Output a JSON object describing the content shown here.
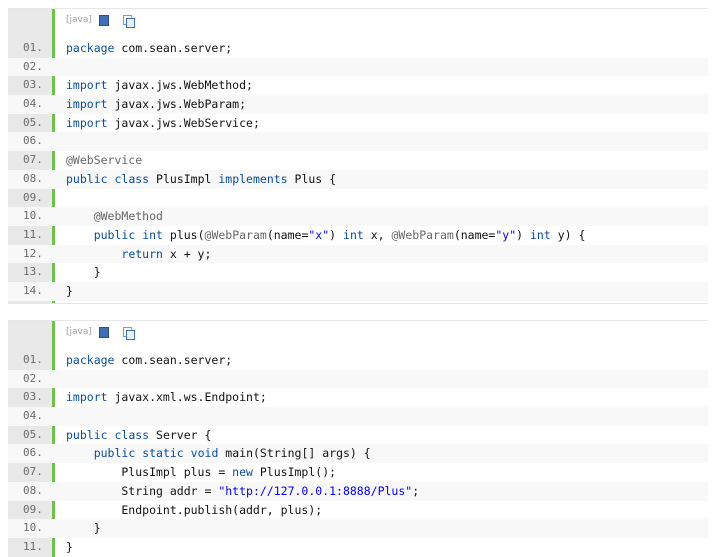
{
  "blocks": [
    {
      "lang_label": "[java]",
      "lines": [
        {
          "num": "01.",
          "tokens": [
            {
              "t": "package",
              "c": "kw"
            },
            {
              "t": " com.sean.server;"
            }
          ]
        },
        {
          "num": "02.",
          "tokens": []
        },
        {
          "num": "03.",
          "tokens": [
            {
              "t": "import",
              "c": "kw"
            },
            {
              "t": " javax.jws.WebMethod;"
            }
          ]
        },
        {
          "num": "04.",
          "tokens": [
            {
              "t": "import",
              "c": "kw"
            },
            {
              "t": " javax.jws.WebParam;"
            }
          ]
        },
        {
          "num": "05.",
          "tokens": [
            {
              "t": "import",
              "c": "kw"
            },
            {
              "t": " javax.jws.WebService;"
            }
          ]
        },
        {
          "num": "06.",
          "tokens": []
        },
        {
          "num": "07.",
          "tokens": [
            {
              "t": "@WebService",
              "c": "ann"
            }
          ]
        },
        {
          "num": "08.",
          "tokens": [
            {
              "t": "public",
              "c": "kw"
            },
            {
              "t": " "
            },
            {
              "t": "class",
              "c": "kw"
            },
            {
              "t": " PlusImpl "
            },
            {
              "t": "implements",
              "c": "kw"
            },
            {
              "t": " Plus {"
            }
          ]
        },
        {
          "num": "09.",
          "tokens": []
        },
        {
          "num": "10.",
          "tokens": [
            {
              "t": "    "
            },
            {
              "t": "@WebMethod",
              "c": "ann"
            }
          ]
        },
        {
          "num": "11.",
          "tokens": [
            {
              "t": "    "
            },
            {
              "t": "public",
              "c": "kw"
            },
            {
              "t": " "
            },
            {
              "t": "int",
              "c": "kw"
            },
            {
              "t": " plus("
            },
            {
              "t": "@WebParam",
              "c": "ann"
            },
            {
              "t": "(name="
            },
            {
              "t": "\"x\"",
              "c": "str"
            },
            {
              "t": ") "
            },
            {
              "t": "int",
              "c": "kw"
            },
            {
              "t": " x, "
            },
            {
              "t": "@WebParam",
              "c": "ann"
            },
            {
              "t": "(name="
            },
            {
              "t": "\"y\"",
              "c": "str"
            },
            {
              "t": ") "
            },
            {
              "t": "int",
              "c": "kw"
            },
            {
              "t": " y) {"
            }
          ]
        },
        {
          "num": "12.",
          "tokens": [
            {
              "t": "        "
            },
            {
              "t": "return",
              "c": "kw"
            },
            {
              "t": " x + y;"
            }
          ]
        },
        {
          "num": "13.",
          "tokens": [
            {
              "t": "    }"
            }
          ]
        },
        {
          "num": "14.",
          "tokens": [
            {
              "t": "}"
            }
          ]
        }
      ]
    },
    {
      "lang_label": "[java]",
      "lines": [
        {
          "num": "01.",
          "tokens": [
            {
              "t": "package",
              "c": "kw"
            },
            {
              "t": " com.sean.server;"
            }
          ]
        },
        {
          "num": "02.",
          "tokens": []
        },
        {
          "num": "03.",
          "tokens": [
            {
              "t": "import",
              "c": "kw"
            },
            {
              "t": " javax.xml.ws.Endpoint;"
            }
          ]
        },
        {
          "num": "04.",
          "tokens": []
        },
        {
          "num": "05.",
          "tokens": [
            {
              "t": "public",
              "c": "kw"
            },
            {
              "t": " "
            },
            {
              "t": "class",
              "c": "kw"
            },
            {
              "t": " Server {"
            }
          ]
        },
        {
          "num": "06.",
          "tokens": [
            {
              "t": "    "
            },
            {
              "t": "public",
              "c": "kw"
            },
            {
              "t": " "
            },
            {
              "t": "static",
              "c": "kw"
            },
            {
              "t": " "
            },
            {
              "t": "void",
              "c": "kw"
            },
            {
              "t": " main(String[] args) {"
            }
          ]
        },
        {
          "num": "07.",
          "tokens": [
            {
              "t": "        PlusImpl plus = "
            },
            {
              "t": "new",
              "c": "kw"
            },
            {
              "t": " PlusImpl();"
            }
          ]
        },
        {
          "num": "08.",
          "tokens": [
            {
              "t": "        String addr = "
            },
            {
              "t": "\"http://127.0.0.1:8888/Plus\"",
              "c": "str"
            },
            {
              "t": ";"
            }
          ]
        },
        {
          "num": "09.",
          "tokens": [
            {
              "t": "        Endpoint.publish(addr, plus);"
            }
          ]
        },
        {
          "num": "10.",
          "tokens": [
            {
              "t": "    }"
            }
          ]
        },
        {
          "num": "11.",
          "tokens": [
            {
              "t": "}"
            }
          ]
        }
      ]
    }
  ],
  "icons": {
    "view": "view-source-icon",
    "copy": "copy-icon"
  }
}
